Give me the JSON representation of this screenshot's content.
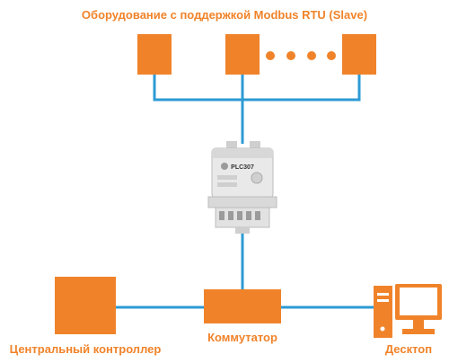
{
  "title": "Оборудование с поддержкой Modbus RTU (Slave)",
  "nodes": {
    "controller": "Центральный контроллер",
    "switch": "Коммутатор",
    "desktop": "Десктоп"
  },
  "device": {
    "model_label": "PLC307"
  },
  "colors": {
    "orange": "#f0832a",
    "link": "#2d9bd4",
    "device_body": "#e9e9e9"
  }
}
